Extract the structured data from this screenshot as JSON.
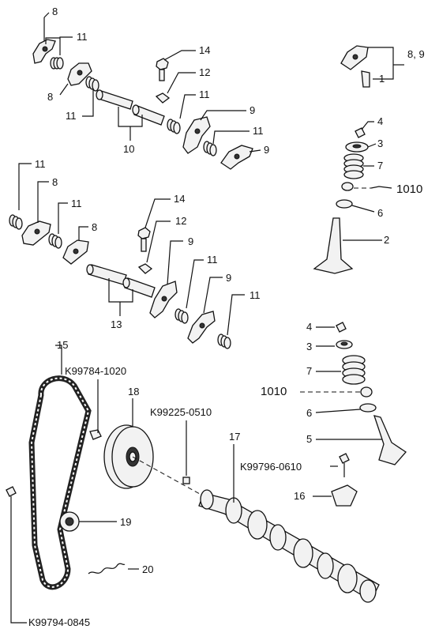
{
  "labels": {
    "p8": "8",
    "p9": "9",
    "p10": "10",
    "p11": "11",
    "p12": "12",
    "p13": "13",
    "p14": "14",
    "p15": "15",
    "p16": "16",
    "p17": "17",
    "p18": "18",
    "p19": "19",
    "p20": "20",
    "p1": "1",
    "p2": "2",
    "p3": "3",
    "p4": "4",
    "p5": "5",
    "p6": "6",
    "p7": "7",
    "p89": "8, 9",
    "p1010": "1010",
    "k1": "K99784-1020",
    "k2": "K99225-0510",
    "k3": "K99796-0610",
    "k4": "K99794-0845"
  }
}
